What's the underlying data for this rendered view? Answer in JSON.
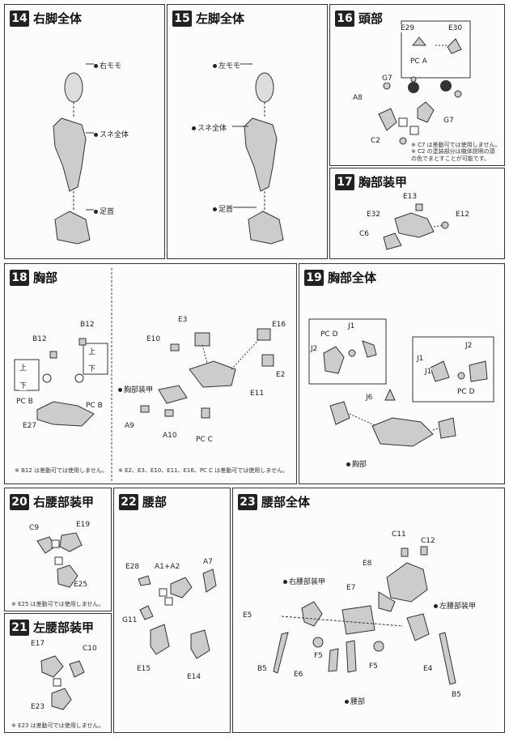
{
  "steps": {
    "s14": {
      "num": "14",
      "title": "右脚全体",
      "labels": [
        "右モモ",
        "スネ全体",
        "足首"
      ]
    },
    "s15": {
      "num": "15",
      "title": "左脚全体",
      "labels": [
        "左モモ",
        "スネ全体",
        "足首"
      ]
    },
    "s16": {
      "num": "16",
      "title": "頭部",
      "labels": [
        "E29",
        "E30",
        "PC A",
        "G7",
        "A8",
        "G7",
        "C2"
      ],
      "notes": [
        "※ C7 は差動可では使用しません。",
        "※ C2 の塗装部分は機体説明の頭の色でまとすことが可能です。"
      ]
    },
    "s17": {
      "num": "17",
      "title": "胸部装甲",
      "labels": [
        "E13",
        "E32",
        "E12",
        "C6"
      ]
    },
    "s18": {
      "num": "18",
      "title": "胸部",
      "labels": [
        "B12",
        "B12",
        "上",
        "下",
        "上",
        "下",
        "PC B",
        "PC B",
        "E27",
        "E3",
        "E10",
        "E16",
        "E2",
        "E11",
        "胸部装甲",
        "A9",
        "A10",
        "PC C"
      ],
      "notes": [
        "※ B12 は差動可では使用しません。",
        "※ E2、E3、E10、E11、E16、PC C は差動可では使用しません。"
      ]
    },
    "s19": {
      "num": "19",
      "title": "胸部全体",
      "labels": [
        "PC D",
        "J1",
        "J2",
        "J1",
        "J2",
        "J1",
        "PC D",
        "J6",
        "胸部"
      ]
    },
    "s20": {
      "num": "20",
      "title": "右腰部装甲",
      "labels": [
        "C9",
        "E19",
        "E25"
      ],
      "notes": [
        "※ E25 は差動可では使用しません。"
      ]
    },
    "s21": {
      "num": "21",
      "title": "左腰部装甲",
      "labels": [
        "E17",
        "C10",
        "E23"
      ],
      "notes": [
        "※ E23 は差動可では使用しません。"
      ]
    },
    "s22": {
      "num": "22",
      "title": "腰部",
      "labels": [
        "E28",
        "A1+A2",
        "A7",
        "G11",
        "E15",
        "E14"
      ]
    },
    "s23": {
      "num": "23",
      "title": "腰部全体",
      "labels": [
        "C11",
        "C12",
        "E8",
        "右腰部装甲",
        "E7",
        "左腰部装甲",
        "E5",
        "F5",
        "B5",
        "E6",
        "F5",
        "E4",
        "腰部",
        "B5"
      ]
    }
  }
}
